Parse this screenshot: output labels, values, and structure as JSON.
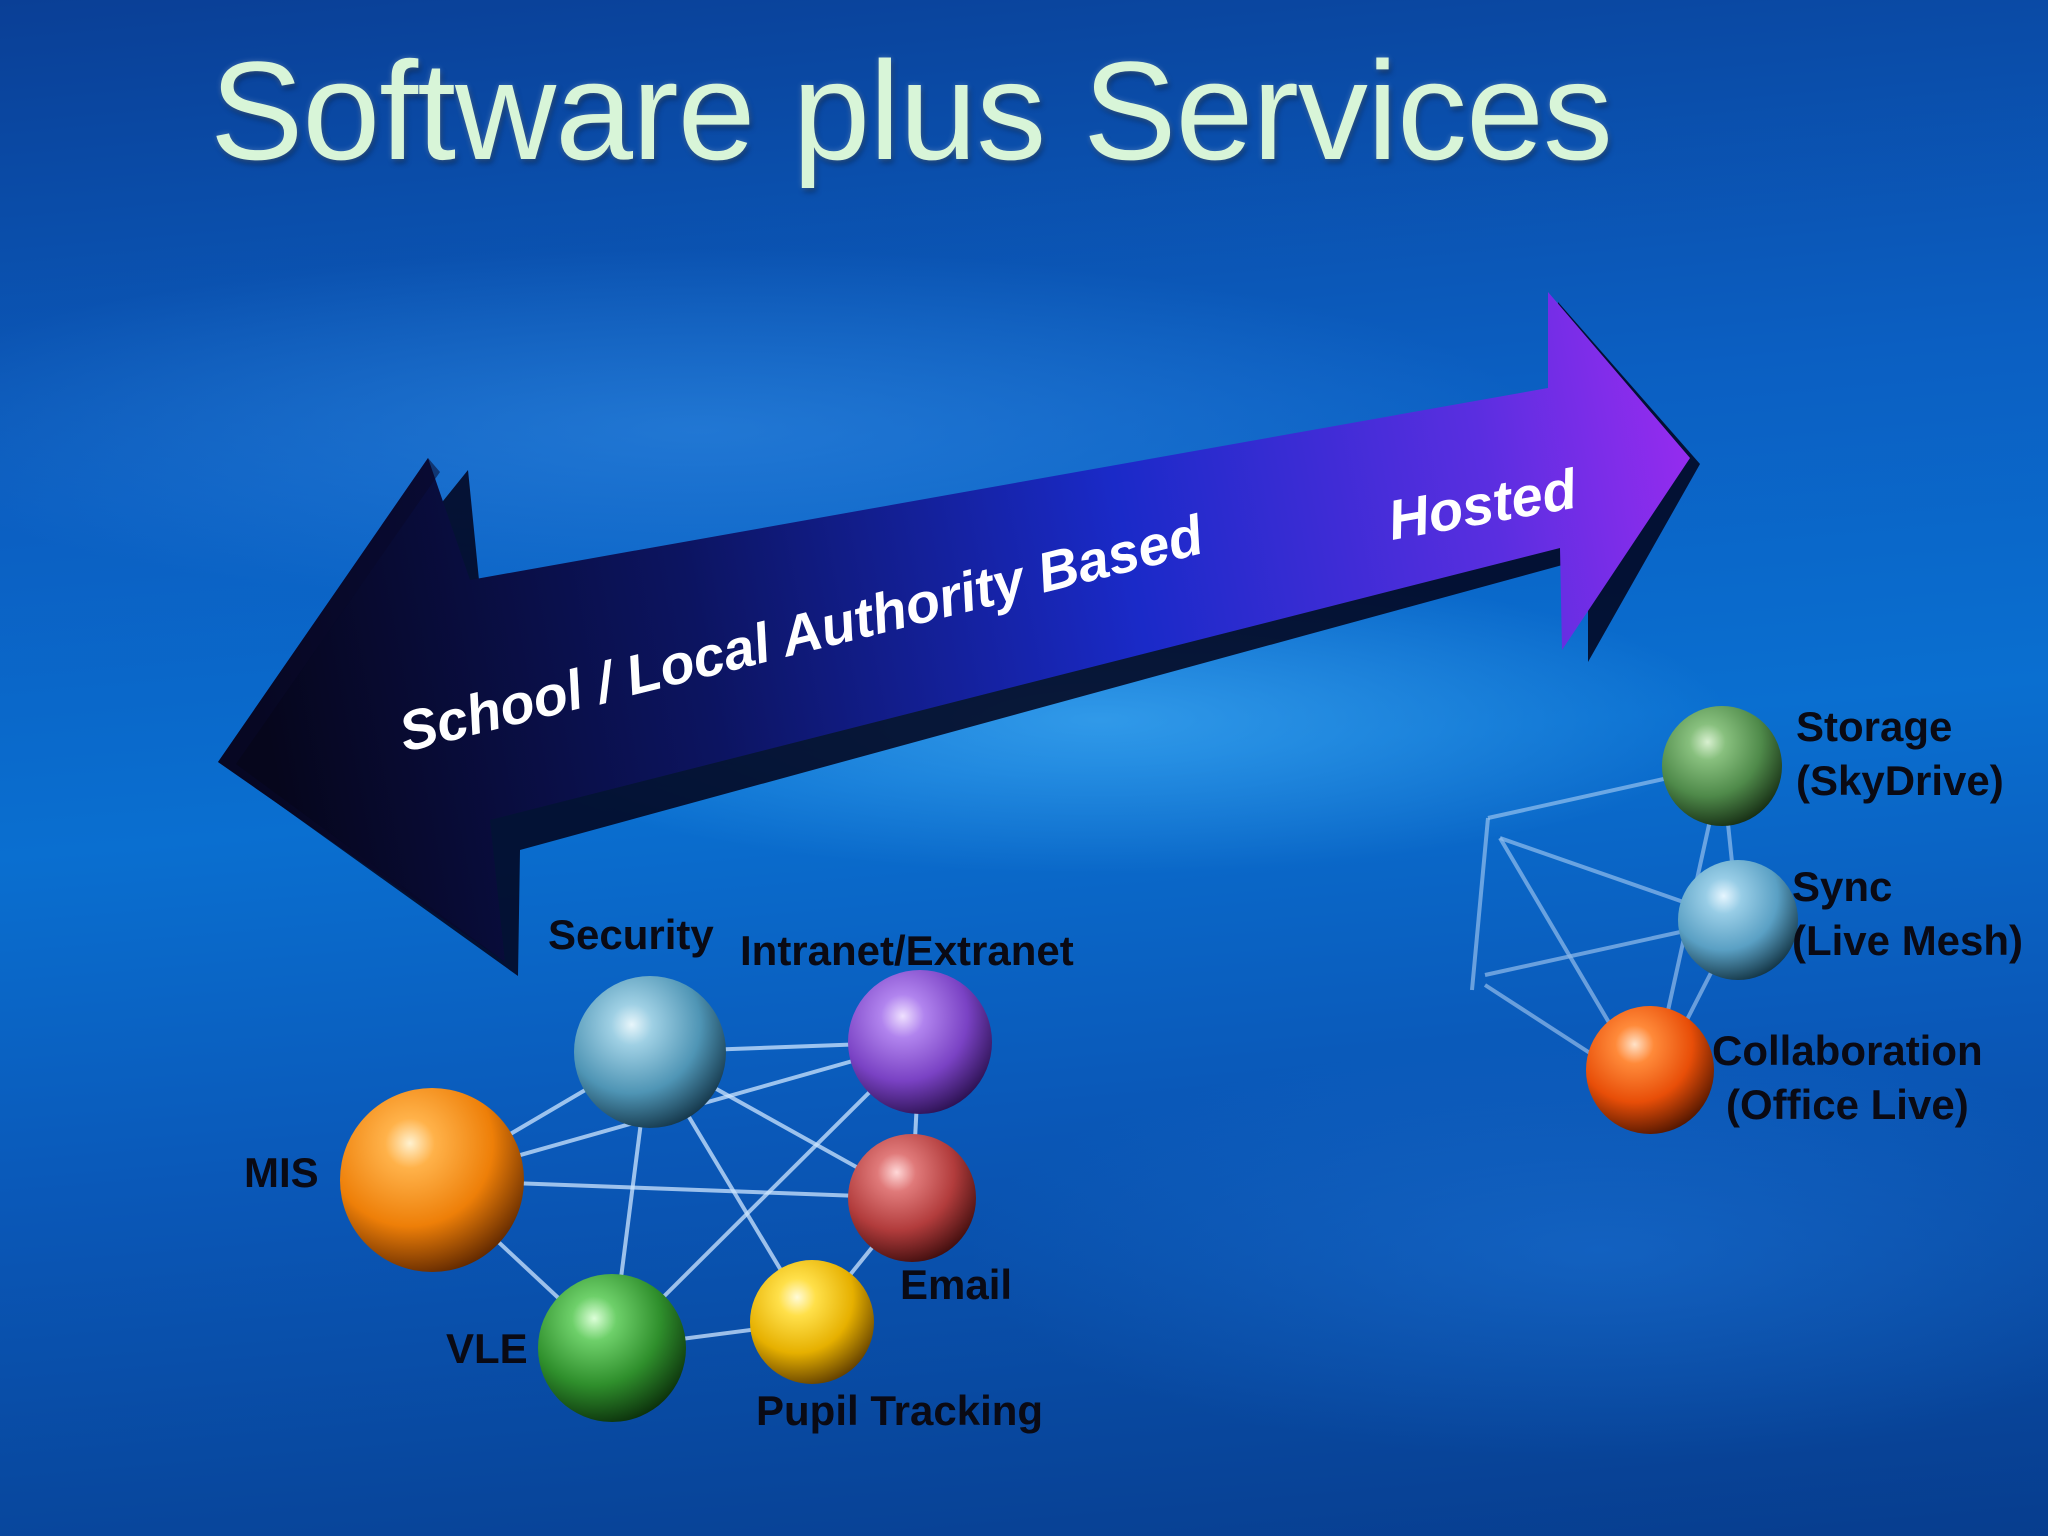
{
  "slide": {
    "title": "Software plus Services"
  },
  "arrow": {
    "left_label": "School / Local Authority Based",
    "right_label": "Hosted"
  },
  "local_nodes": [
    {
      "label": "Security",
      "color": "#5fa9c9"
    },
    {
      "label": "Intranet/Extranet",
      "color": "#8a4fd0"
    },
    {
      "label": "MIS",
      "color": "#f08a12"
    },
    {
      "label": "Email",
      "color": "#c24a4a"
    },
    {
      "label": "VLE",
      "color": "#3f9a3a"
    },
    {
      "label": "Pupil Tracking",
      "color": "#f2c10f"
    }
  ],
  "hosted_nodes": [
    {
      "line1": "Storage",
      "line2": "(SkyDrive)",
      "color": "#5a9a55"
    },
    {
      "line1": "Sync",
      "line2": "(Live Mesh)",
      "color": "#6ab0d2"
    },
    {
      "line1": "Collaboration",
      "line2": "(Office Live)",
      "color": "#ee5a10"
    }
  ]
}
